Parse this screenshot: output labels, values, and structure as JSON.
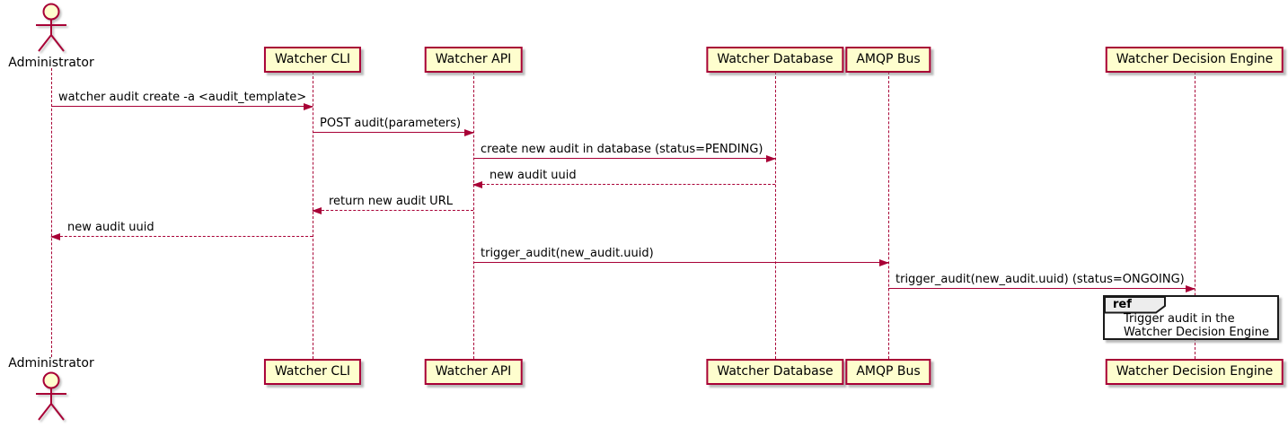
{
  "diagram": {
    "type": "sequence-diagram",
    "actor": {
      "name": "Administrator"
    },
    "participants": [
      {
        "label": "Watcher CLI"
      },
      {
        "label": "Watcher API"
      },
      {
        "label": "Watcher Database"
      },
      {
        "label": "AMQP Bus"
      },
      {
        "label": "Watcher Decision Engine"
      }
    ],
    "messages": [
      {
        "from": "Administrator",
        "to": "Watcher CLI",
        "label": "watcher audit create -a <audit_template>",
        "style": "solid"
      },
      {
        "from": "Watcher CLI",
        "to": "Watcher API",
        "label": "POST audit(parameters)",
        "style": "solid"
      },
      {
        "from": "Watcher API",
        "to": "Watcher Database",
        "label": "create new audit in database (status=PENDING)",
        "style": "solid"
      },
      {
        "from": "Watcher Database",
        "to": "Watcher API",
        "label": "new audit uuid",
        "style": "dashed"
      },
      {
        "from": "Watcher API",
        "to": "Watcher CLI",
        "label": "return new audit URL",
        "style": "dashed"
      },
      {
        "from": "Watcher CLI",
        "to": "Administrator",
        "label": "new audit uuid",
        "style": "dashed"
      },
      {
        "from": "Watcher API",
        "to": "AMQP Bus",
        "label": "trigger_audit(new_audit.uuid)",
        "style": "solid"
      },
      {
        "from": "AMQP Bus",
        "to": "Watcher Decision Engine",
        "label": "trigger_audit(new_audit.uuid) (status=ONGOING)",
        "style": "solid"
      }
    ],
    "ref": {
      "keyword": "ref",
      "line1": "Trigger audit in the",
      "line2": "Watcher Decision Engine",
      "over": "Watcher Decision Engine"
    },
    "colors": {
      "line": "#A80036",
      "participant_fill": "#FEFECE",
      "text": "#000000",
      "ref_border": "#1A1A1A",
      "ref_tab_fill": "#EDEDED",
      "background": "#FFFFFF"
    }
  }
}
